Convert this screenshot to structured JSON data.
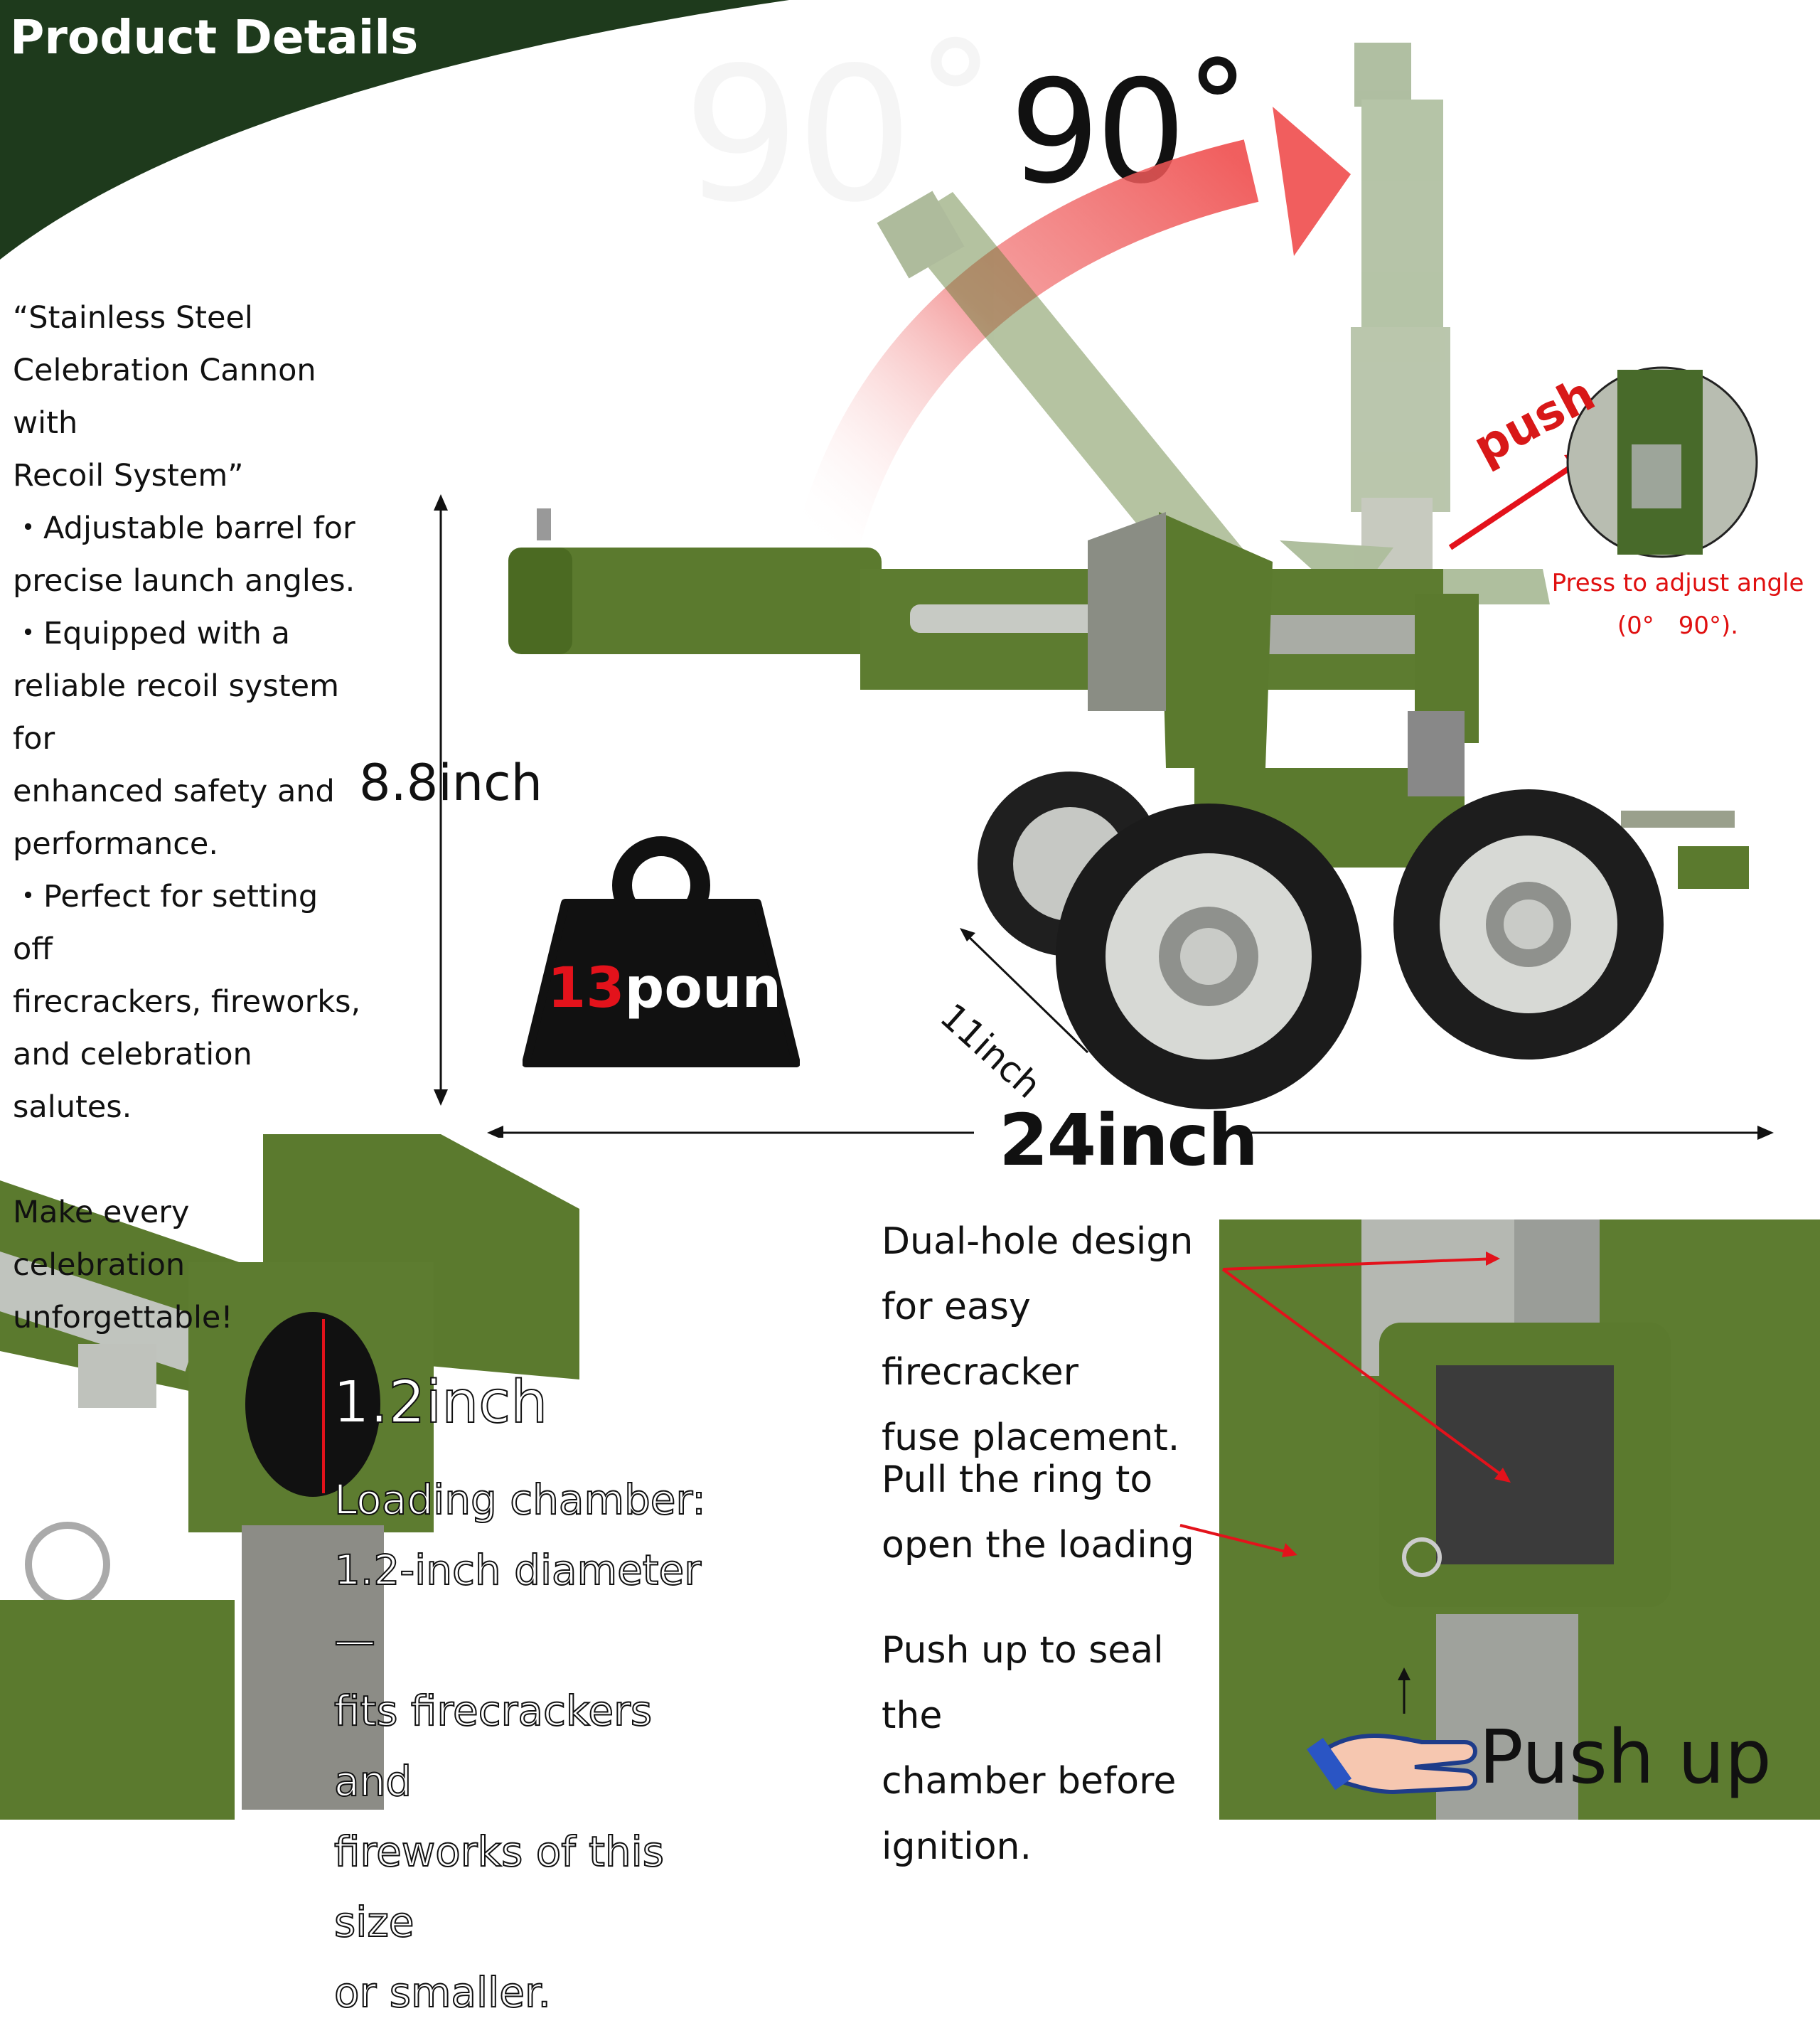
{
  "header": {
    "title": "Product Details",
    "band_color": "#1e3a1c"
  },
  "description": {
    "title_lines": [
      "“Stainless Steel",
      "Celebration Cannon with",
      "Recoil System”"
    ],
    "bullets": [
      [
        "・Adjustable barrel for",
        "precise launch angles."
      ],
      [
        "・Equipped with a",
        "reliable recoil system for",
        "enhanced safety and",
        "performance."
      ],
      [
        "・Perfect for setting off",
        "firecrackers, fireworks,",
        "and celebration salutes."
      ]
    ],
    "closing": [
      "Make every celebration",
      "unforgettable!"
    ]
  },
  "angle": {
    "label": "90˚",
    "push": "push",
    "note_line1": "Press to adjust angle",
    "note_line2": "(0°　90°)."
  },
  "dimensions": {
    "height": "8.8inch",
    "length": "24inch",
    "width": "11inch"
  },
  "weight": {
    "number": "13",
    "unit": "pound"
  },
  "chamber": {
    "diameter_label": "1.2inch",
    "text_lines": [
      "Loading chamber:",
      "1.2-inch diameter —",
      "fits firecrackers and",
      "fireworks of this size",
      "or smaller."
    ]
  },
  "features": {
    "dual_hole": [
      "Dual-hole design",
      "for easy firecracker",
      "fuse placement."
    ],
    "pull_ring": [
      "Pull the ring to",
      "open the loading"
    ],
    "push_up": [
      "Push up to seal the",
      "chamber before",
      "ignition."
    ],
    "push_up_label": "Push up"
  },
  "colors": {
    "cannon_green": "#5b7a2e",
    "accent_red": "#e3121b"
  }
}
